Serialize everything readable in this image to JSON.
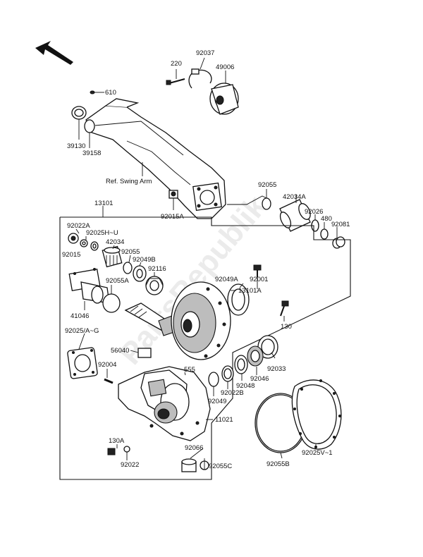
{
  "labels": {
    "p220": "220",
    "p92037": "92037",
    "p49006": "49006",
    "p610": "610",
    "p39130": "39130",
    "p39158": "39158",
    "ref_swing_arm": "Ref. Swing Arm",
    "p92055_top": "92055",
    "p42034A": "42034A",
    "p92026": "92026",
    "p480": "480",
    "p92081": "92081",
    "p92015A": "92015A",
    "p13101": "13101",
    "p92022A": "92022A",
    "p92025HU": "92025H~U",
    "p42034": "42034",
    "p92015": "92015",
    "p92055_mid": "92055",
    "p92049B": "92049B",
    "p92116": "92116",
    "p92001": "92001",
    "p92049A": "92049A",
    "p13101A": "13101A",
    "p92055A": "92055A",
    "p41046": "41046",
    "p130": "130",
    "p92025AG": "92025/A~G",
    "p56040": "56040",
    "p92004": "92004",
    "p555": "555",
    "p92033": "92033",
    "p92046": "92046",
    "p92048": "92048",
    "p92022B": "92022B",
    "p92049": "92049",
    "p11021": "11021",
    "p130A": "130A",
    "p92022": "92022",
    "p92066": "92066",
    "p92055C": "92055C",
    "p92055B": "92055B",
    "p92025V1": "92025V~1"
  },
  "watermark": "PartsRepublik"
}
